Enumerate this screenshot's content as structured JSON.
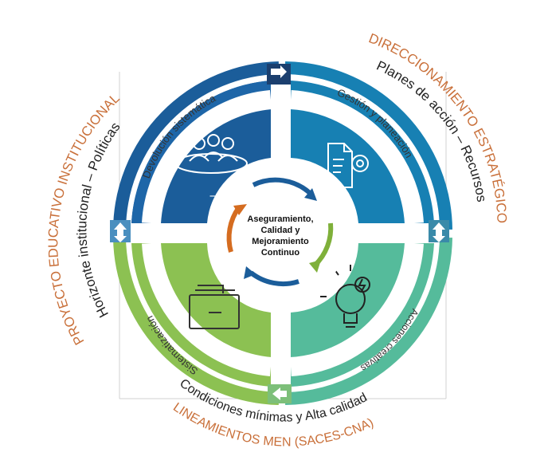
{
  "center": {
    "line1": "Aseguramiento,",
    "line2": "Calidad y",
    "line3": "Mejoramiento",
    "line4": "Continuo"
  },
  "quadrants": {
    "top_left": {
      "label": "Devolución sistemática",
      "icon": "people-circle-icon",
      "color": "#1b5d9a"
    },
    "top_right": {
      "label": "Gestión y planeación",
      "icon": "document-gear-icon",
      "color": "#1780b3"
    },
    "bottom_left": {
      "label": "Sistematización",
      "icon": "file-drawer-icon",
      "color": "#8cc152"
    },
    "bottom_right": {
      "label": "Acciones creativas",
      "icon": "lightbulb-bolt-icon",
      "color": "#55bb9b"
    }
  },
  "outer": {
    "left_title": "PROYECTO EDUCATIVO INSTITUCIONAL",
    "left_subtitle": "Horizonte institucional – Políticas",
    "right_title": "DIRECCIONAMIENTO ESTRATÉGICO",
    "right_subtitle": "Planes de acción – Recursos",
    "bottom_title": "LINEAMIENTOS MEN (SACES-CNA)",
    "bottom_subtitle": "Condiciones mínimas y Alta calidad",
    "accent_color": "#c9703a"
  },
  "small_dash": "–"
}
